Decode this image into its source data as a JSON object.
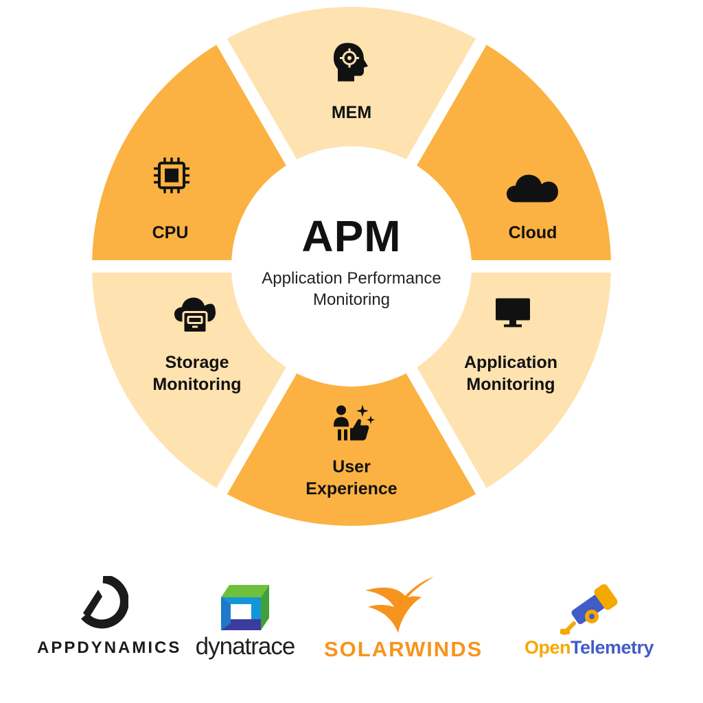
{
  "center": {
    "title": "APM",
    "subtitle_line1": "Application Performance",
    "subtitle_line2": "Monitoring"
  },
  "segments": [
    {
      "id": "mem",
      "line1": "MEM",
      "line2": "",
      "icon": "brain-head-icon",
      "shade": "light"
    },
    {
      "id": "cloud",
      "line1": "Cloud",
      "line2": "",
      "icon": "cloud-icon",
      "shade": "dark"
    },
    {
      "id": "application-monitoring",
      "line1": "Application",
      "line2": "Monitoring",
      "icon": "monitor-icon",
      "shade": "light"
    },
    {
      "id": "user-experience",
      "line1": "User",
      "line2": "Experience",
      "icon": "user-thumbs-up-icon",
      "shade": "dark"
    },
    {
      "id": "storage-monitoring",
      "line1": "Storage",
      "line2": "Monitoring",
      "icon": "cloud-storage-icon",
      "shade": "light"
    },
    {
      "id": "cpu",
      "line1": "CPU",
      "line2": "",
      "icon": "cpu-chip-icon",
      "shade": "dark"
    }
  ],
  "colors": {
    "dark_segment": "#FBB242",
    "light_segment": "#FEE2B0",
    "appdynamics": "#1b1b1b",
    "dynatrace_text": "#1f1f1f",
    "solarwinds": "#F7941D",
    "otel_orange": "#F5A800",
    "otel_blue": "#425CC7"
  },
  "logos": {
    "appdynamics": "APPDYNAMICS",
    "dynatrace": "dynatrace",
    "solarwinds": "SOLARWINDS",
    "otel_part1": "Open",
    "otel_part2": "Telemetry"
  }
}
